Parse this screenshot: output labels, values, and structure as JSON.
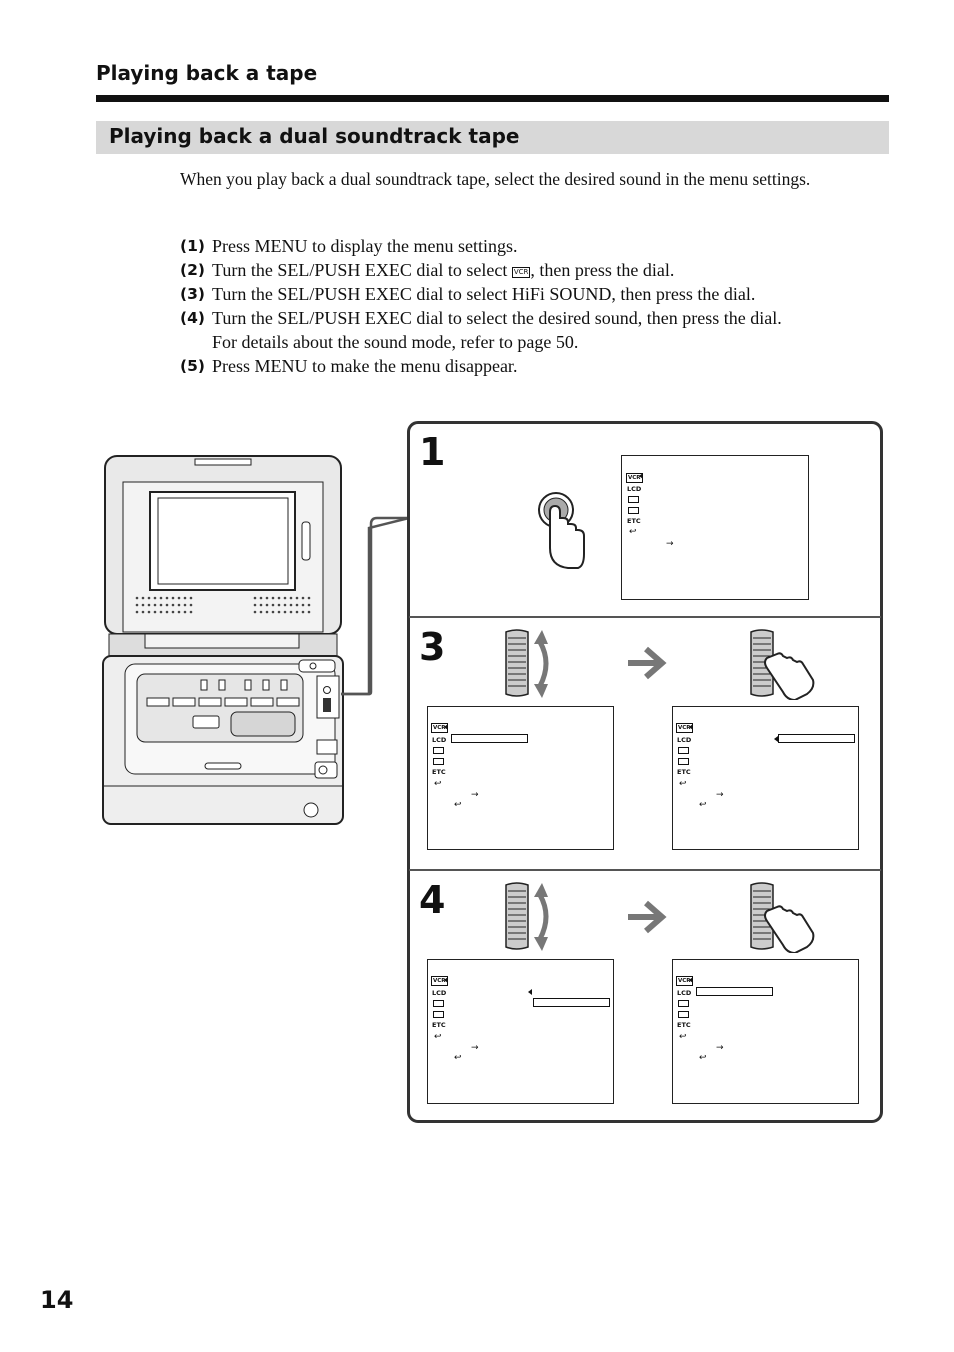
{
  "header": {
    "section_title": "Playing back a tape"
  },
  "subsection": {
    "title": "Playing back a dual soundtrack tape"
  },
  "intro": "When you play back a dual soundtrack tape, select the desired sound in the menu settings.",
  "steps": [
    {
      "num": "(1)",
      "text": "Press MENU to display the menu settings."
    },
    {
      "num": "(2)",
      "text_before": "Turn the SEL/PUSH EXEC dial to select ",
      "icon": "VCR",
      "text_after": ", then press the dial."
    },
    {
      "num": "(3)",
      "text": "Turn the SEL/PUSH EXEC dial to select HiFi SOUND, then press the dial."
    },
    {
      "num": "(4)",
      "text": "Turn the SEL/PUSH EXEC dial to select the desired sound, then press the dial.",
      "detail": "For details about the sound mode, refer to page 50."
    },
    {
      "num": "(5)",
      "text": "Press MENU to make the menu disappear."
    }
  ],
  "illustration": {
    "panel_labels": [
      "1",
      "3",
      "4"
    ],
    "menu_items": {
      "vcr": "VCR",
      "lcd": "LCD",
      "etc": "ETC",
      "arrow": "→",
      "return": "↩"
    }
  },
  "page_number": "14"
}
